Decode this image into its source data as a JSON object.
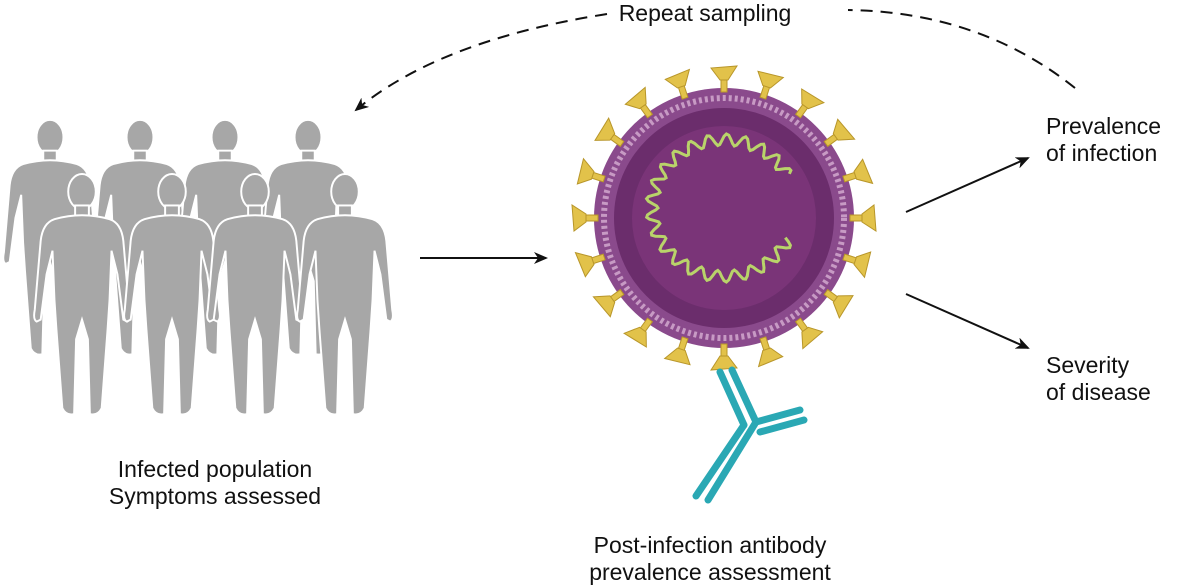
{
  "labels": {
    "repeat_sampling": "Repeat sampling",
    "population_line1": "Infected population",
    "population_line2": "Symptoms assessed",
    "antibody_line1": "Post-infection antibody",
    "antibody_line2": "prevalence assessment",
    "prevalence_line1": "Prevalence",
    "prevalence_line2": "of infection",
    "severity_line1": "Severity",
    "severity_line2": "of disease"
  },
  "colors": {
    "silhouette": "#a7a7a7",
    "silhouette_outline": "#ffffff",
    "virus_core": "#6b2d6c",
    "virus_membrane": "#8a4a8c",
    "spike": "#e2c24a",
    "rna": "#b9d36a",
    "antibody": "#2aa8b4",
    "arrow": "#111111"
  },
  "icons": {
    "population": "people-silhouette-icon",
    "virus": "coronavirus-icon",
    "antibody": "antibody-icon"
  }
}
